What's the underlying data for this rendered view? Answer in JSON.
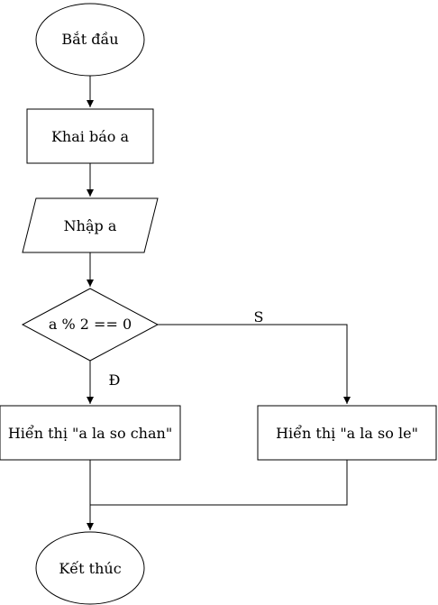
{
  "nodes": {
    "start": "Bắt đầu",
    "declare": "Khai báo a",
    "input": "Nhập a",
    "condition": "a % 2 == 0",
    "even_output": "Hiển thị \"a la so chan\"",
    "odd_output": "Hiển thị \"a la so le\"",
    "end": "Kết thúc"
  },
  "edges": {
    "true_label": "Đ",
    "false_label": "S"
  }
}
